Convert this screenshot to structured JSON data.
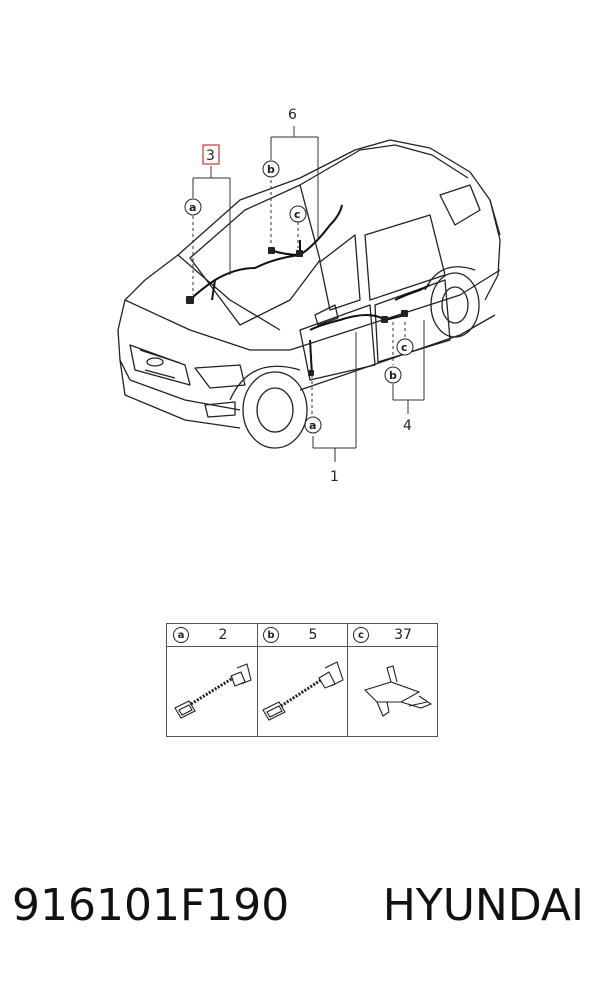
{
  "callouts": {
    "c1": "1",
    "c3": "3",
    "c4": "4",
    "c6": "6"
  },
  "letters": {
    "a": "a",
    "b": "b",
    "c": "c"
  },
  "parts_table": [
    {
      "letter": "a",
      "qty": "2",
      "icon": "grommet-plug-icon"
    },
    {
      "letter": "b",
      "qty": "5",
      "icon": "grommet-plug-icon"
    },
    {
      "letter": "c",
      "qty": "37",
      "icon": "wire-clip-bracket-icon"
    }
  ],
  "footer": {
    "part_number": "916101F190",
    "brand": "HYUNDAI"
  },
  "colors": {
    "line": "#222222",
    "highlight_box": "#d23030",
    "background": "#ffffff"
  }
}
